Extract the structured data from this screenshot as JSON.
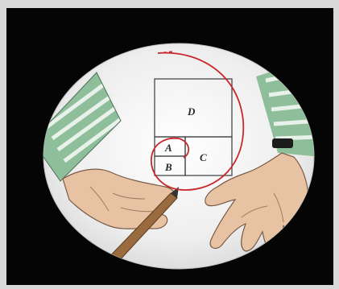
{
  "illustration": {
    "labels": {
      "a": "A",
      "b": "B",
      "c": "C",
      "d": "D"
    },
    "colors": {
      "page_background": "#d9d9d9",
      "frame_background": "#050505",
      "plate_fill": "#f1f1f1",
      "spiral": "#c8282c",
      "rectangle_lines": "#3a3a3a",
      "sleeve_green": "#8fbf9a",
      "skin": "#e7c2a3",
      "pencil": "#9a6b3e"
    }
  }
}
